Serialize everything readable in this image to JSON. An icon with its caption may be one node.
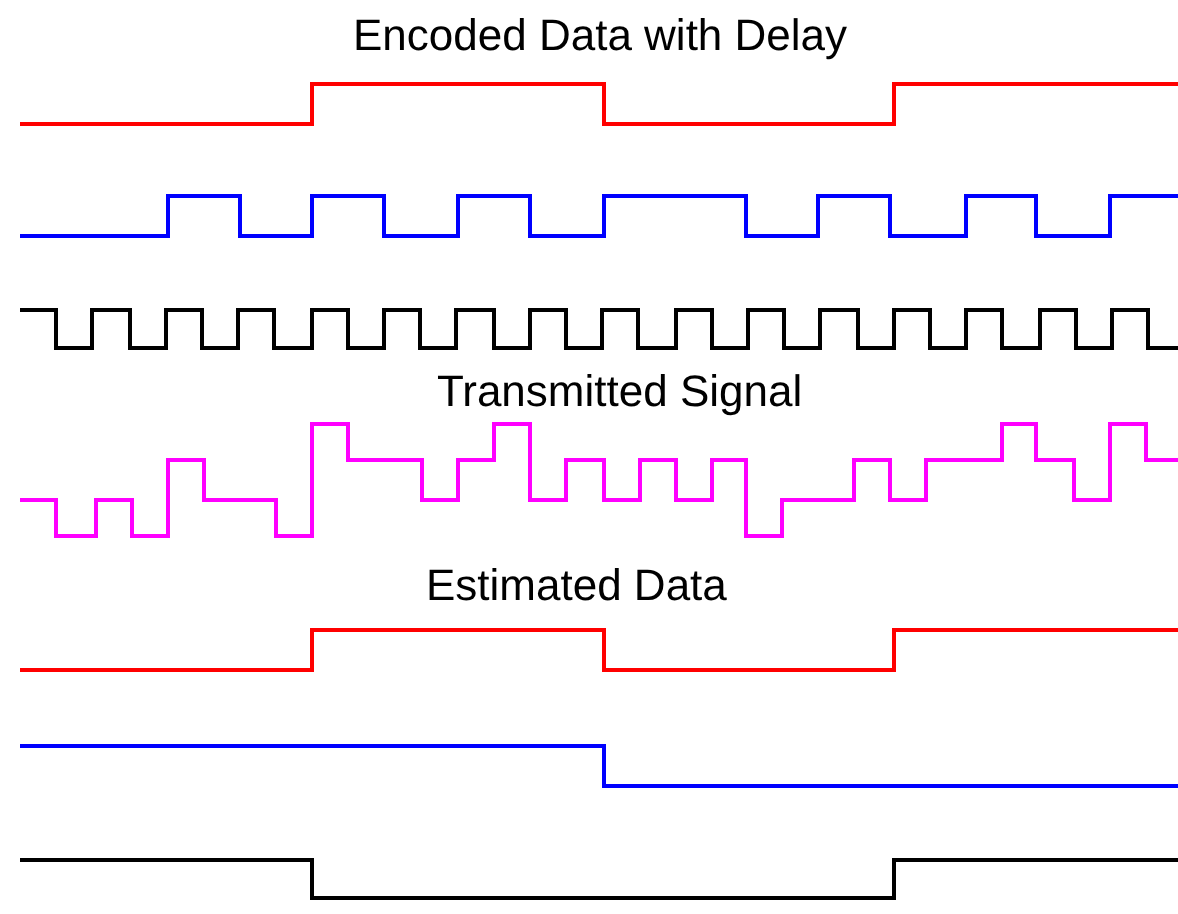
{
  "diagram": {
    "labels": [
      "Encoded Data with Delay",
      "Transmitted Signal",
      "Estimated Data"
    ]
  }
}
